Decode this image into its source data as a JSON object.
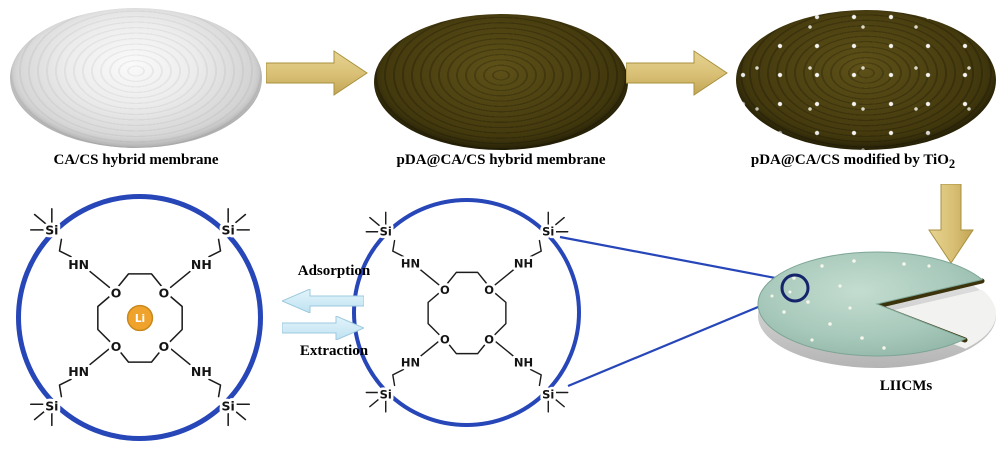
{
  "labels": {
    "membrane1": "CA/CS hybrid membrane",
    "membrane2": "pDA@CA/CS hybrid membrane",
    "membrane3_main": "pDA@CA/CS modified by TiO",
    "membrane3_sub": "2",
    "liicms": "LIICMs",
    "adsorption": "Adsorption",
    "extraction": "Extraction"
  },
  "molecule": {
    "o": "O",
    "nh": "NH",
    "hn": "HN",
    "si": "Si",
    "li": "Li"
  },
  "colors": {
    "process_arrow": "#d8bf74",
    "process_arrow_edge": "#a8913e",
    "membrane_dark": "#4a3f10",
    "membrane_light": "#d6d6d6",
    "membrane_teal": "#a6c8ba",
    "zoom_circle_blue": "#2746b8",
    "cycle_arrow_blue": "#cfeaf5",
    "li_fill": "#efa32c"
  }
}
